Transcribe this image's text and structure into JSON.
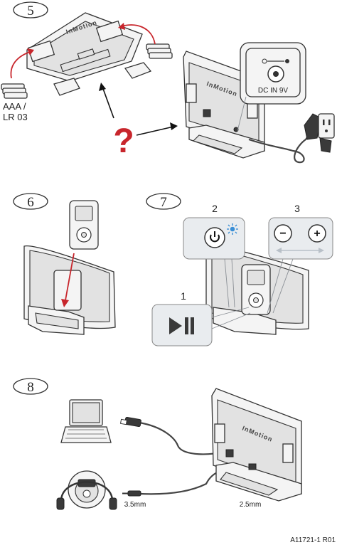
{
  "steps": {
    "s5": "5",
    "s6": "6",
    "s7": "7",
    "s8": "8"
  },
  "step5": {
    "battery_label_line1": "AAA /",
    "battery_label_line2": "LR 03",
    "question_mark": "?",
    "brand": "InMotion",
    "dc_label": "DC IN 9V"
  },
  "step7": {
    "callout_1": "1",
    "callout_2": "2",
    "callout_3": "3",
    "minus": "−",
    "plus": "+"
  },
  "step8": {
    "jack_left": "3.5mm",
    "jack_right": "2.5mm",
    "brand": "InMotion"
  },
  "footer": {
    "doc_code": "A11721-1 R01"
  },
  "colors": {
    "arrow_red": "#c8262c",
    "question_red": "#c8262c",
    "callout_fill": "#e9ecef",
    "power_led_blue": "#3b8fd6"
  }
}
